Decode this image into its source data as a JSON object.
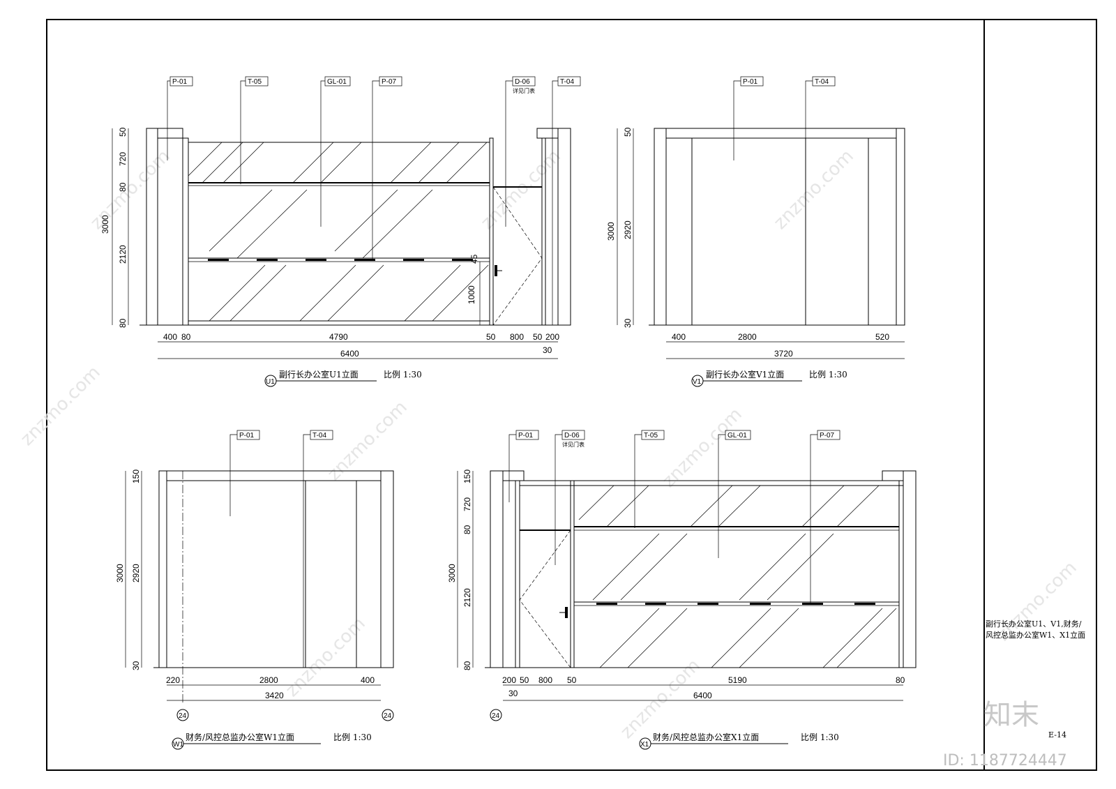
{
  "sheet": {
    "title_line1": "副行长办公室U1、V1,财务/",
    "title_line2": "风控总监办公室W1、X1立面",
    "sheet_no": "E-14",
    "brand": "知末",
    "id_text": "ID: 1187724447",
    "watermark": "znzmo.com"
  },
  "drawings": {
    "u1": {
      "title": "副行长办公室U1立面",
      "symbol": "U1",
      "scale": "比例 1:30",
      "tags": [
        "P-01",
        "T-05",
        "GL-01",
        "P-07",
        "D-06",
        "T-04"
      ],
      "door_note": "详见门表",
      "h_dims": [
        "400",
        "80",
        "4790",
        "50",
        "800",
        "50",
        "200"
      ],
      "h_dim_below": "30",
      "total": "6400",
      "v_dims": [
        "50",
        "720",
        "80",
        "2120",
        "80"
      ],
      "v_total": "3000",
      "v_door": "1000",
      "v_small": "45"
    },
    "v1": {
      "title": "副行长办公室V1立面",
      "symbol": "V1",
      "scale": "比例 1:30",
      "tags": [
        "P-01",
        "T-04"
      ],
      "h_dims": [
        "400",
        "2800",
        "520"
      ],
      "total": "3720",
      "v_dims": [
        "50",
        "2920",
        "30"
      ],
      "v_total": "3000"
    },
    "w1": {
      "title": "财务/风控总监办公室W1立面",
      "symbol": "W1",
      "scale": "比例 1:30",
      "tags": [
        "P-01",
        "T-04"
      ],
      "h_dims": [
        "220",
        "2800",
        "400"
      ],
      "total": "3420",
      "v_dims": [
        "150",
        "2920",
        "30"
      ],
      "v_total": "3000",
      "axis": [
        "24",
        "24"
      ]
    },
    "x1": {
      "title": "财务/风控总监办公室X1立面",
      "symbol": "X1",
      "scale": "比例 1:30",
      "tags": [
        "P-01",
        "D-06",
        "T-05",
        "GL-01",
        "P-07"
      ],
      "door_note": "详见门表",
      "h_dims": [
        "200",
        "50",
        "800",
        "50",
        "5190",
        "80"
      ],
      "h_dim_below": "30",
      "total": "6400",
      "v_dims": [
        "150",
        "720",
        "80",
        "2120",
        "80"
      ],
      "v_total": "3000",
      "axis": "24"
    }
  }
}
